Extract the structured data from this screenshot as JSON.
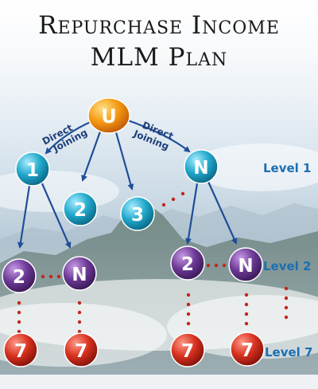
{
  "title_line1": "Repurchase Income",
  "title_line2": "MLM Plan",
  "edge_labels": {
    "left": "Direct Joining",
    "right": "Direct Joining"
  },
  "nodes": {
    "top": "U",
    "l1_left": "1",
    "l1_mid1": "2",
    "l1_mid2": "3",
    "l1_right": "N",
    "l2_a": "2",
    "l2_b": "N",
    "l2_c": "2",
    "l2_d": "N",
    "l7_a": "7",
    "l7_b": "7",
    "l7_c": "7",
    "l7_d": "7"
  },
  "levels": [
    "Level 1",
    "Level 2",
    "Level 7"
  ],
  "colors": {
    "top_node": "#f08a10",
    "level1_node": "#21a8c9",
    "level2_node": "#6b3a93",
    "level7_node": "#d7301f",
    "arrow": "#1f4e96",
    "dots": "#c0271c",
    "level_text": "#1c6fb0"
  }
}
